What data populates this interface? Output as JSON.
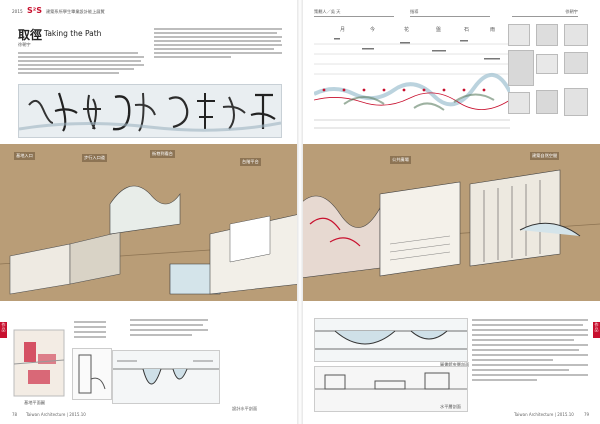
{
  "header": {
    "year": "2015",
    "brand": "S²S",
    "series": "建築系所學生畢業設計能上展覽"
  },
  "article": {
    "title_zh": "取徑",
    "title_en": "Taking the Path",
    "author": "徐朝宇"
  },
  "right_tabs": [
    "策劃人／吳 天",
    "指導",
    "徐朝宇"
  ],
  "diagram_months": [
    "月",
    "今",
    "花",
    "盤",
    "石",
    "雨"
  ],
  "margin_tab_left": "作品",
  "margin_tab_right": "作品",
  "captions": {
    "plan_left": "基地平面圖",
    "section_left": "設計水平剖面",
    "section_right_a": "圖書館夾層剖面",
    "section_right_b": "水平層剖面"
  },
  "callouts": [
    "基地入口",
    "步行入口道",
    "街巷到看台",
    "台階平台",
    "公共廣場",
    "建築自然空間"
  ],
  "footer": {
    "left_page": "78",
    "left_pub": "Taiwan Architecture | 2015.10",
    "right_pub": "Taiwan Architecture | 2015.10",
    "right_page": "79"
  },
  "colors": {
    "accent": "#c8102e",
    "kraft": "#b99d77"
  }
}
